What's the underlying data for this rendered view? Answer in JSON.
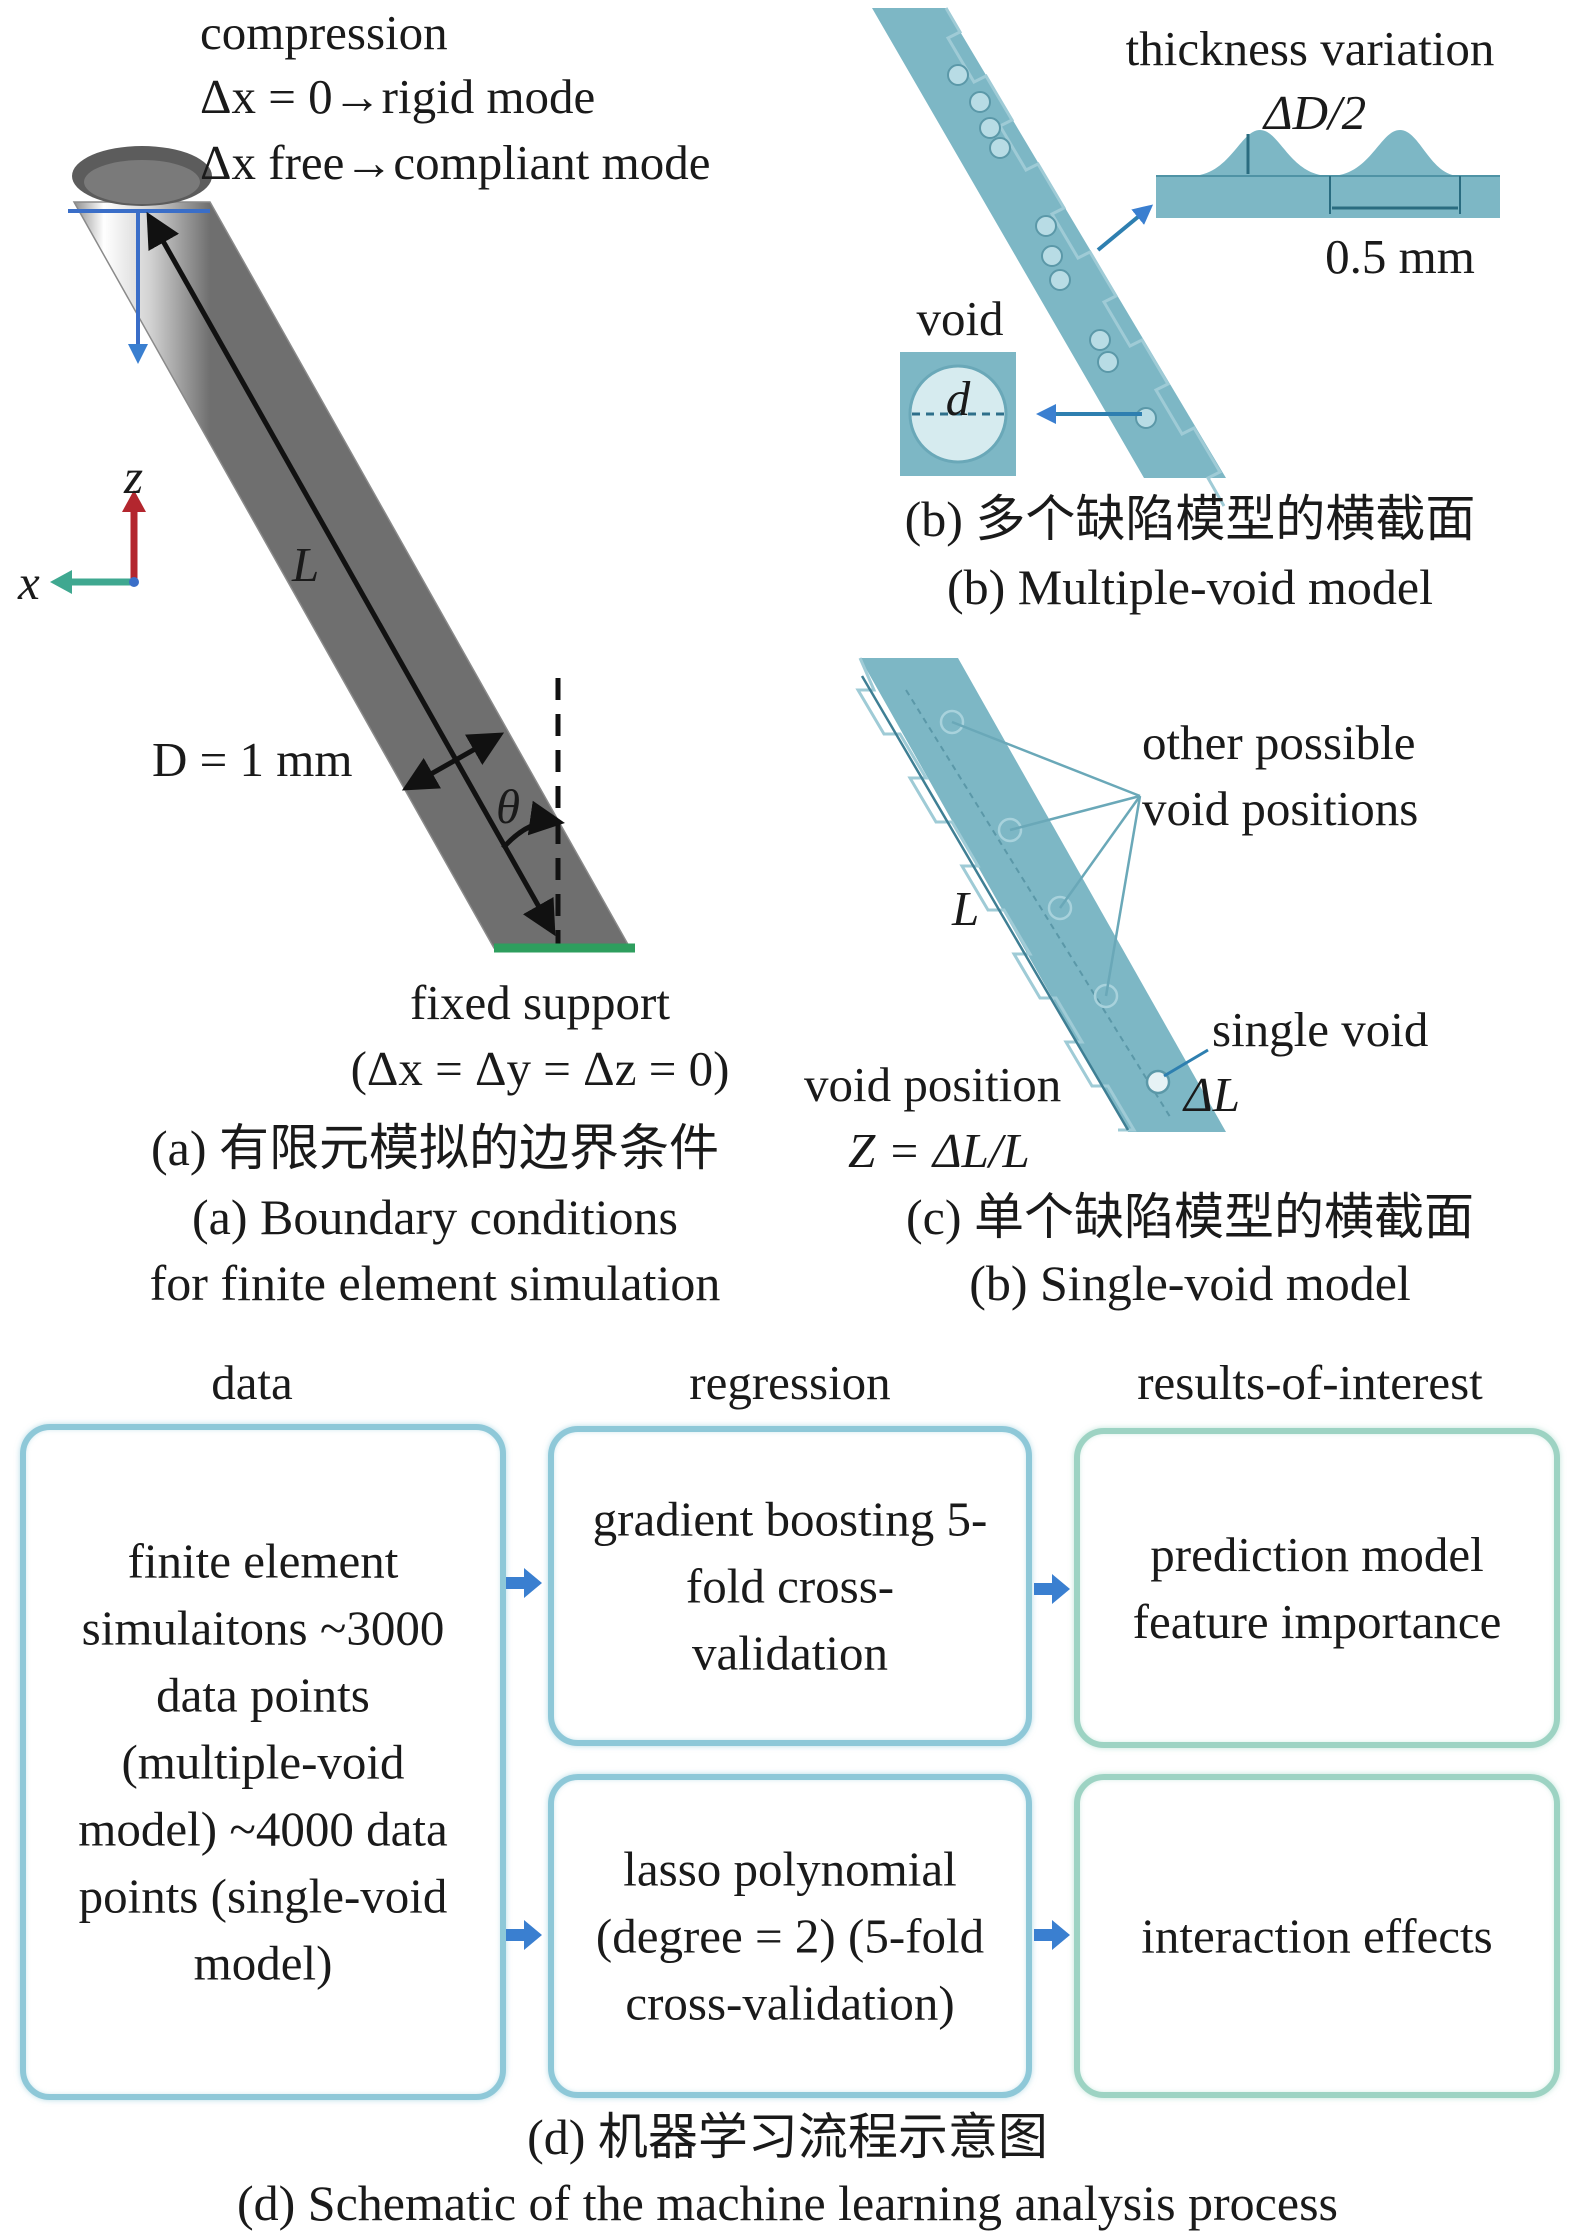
{
  "panel_a": {
    "top_text": [
      "compression",
      "Δx = 0→rigid mode",
      "Δx free→compliant mode"
    ],
    "axis_z": "z",
    "axis_x": "x",
    "length": "L",
    "diameter": "D = 1 mm",
    "angle": "θ",
    "support": "fixed support",
    "support_cond": "(Δx = Δy = Δz = 0)",
    "caption_cn": "(a) 有限元模拟的边界条件",
    "caption_en_1": "(a) Boundary conditions",
    "caption_en_2": "for finite element simulation"
  },
  "panel_b": {
    "thickness_label": "thickness variation",
    "thickness_value": "ΔD/2",
    "period": "0.5 mm",
    "void": "void",
    "void_d": "d",
    "caption_cn": "(b) 多个缺陷模型的横截面",
    "caption_en": "(b) Multiple-void model"
  },
  "panel_c": {
    "other_1": "other possible",
    "other_2": "void positions",
    "length": "L",
    "single_void": "single void",
    "delta_l": "ΔL",
    "void_position": "void position",
    "z_formula": "Z = ΔL/L",
    "caption_cn": "(c) 单个缺陷模型的横截面",
    "caption_en": "(b) Single-void model"
  },
  "panel_d": {
    "col_data": "data",
    "col_regression": "regression",
    "col_results": "results-of-interest",
    "data_box": "finite element simulaitons ~3000 data points (multiple-void model) ~4000 data points (single-void model)",
    "gb_box": "gradient boosting 5-fold cross-validation",
    "lasso_box": "lasso polynomial (degree = 2) (5-fold cross-validation)",
    "pred_box": "prediction model feature importance",
    "inter_box": "interaction effects",
    "caption_cn": "(d) 机器学习流程示意图",
    "caption_en": "(d) Schematic of the machine learning analysis process"
  },
  "colors": {
    "panel_fill": "#7db7c5",
    "box_blue": "#8ec8d8",
    "box_green": "#9dd3c3",
    "arrow_blue": "#3a7fd0",
    "support_green": "#2e9e5e",
    "axis_red": "#b3262e"
  }
}
